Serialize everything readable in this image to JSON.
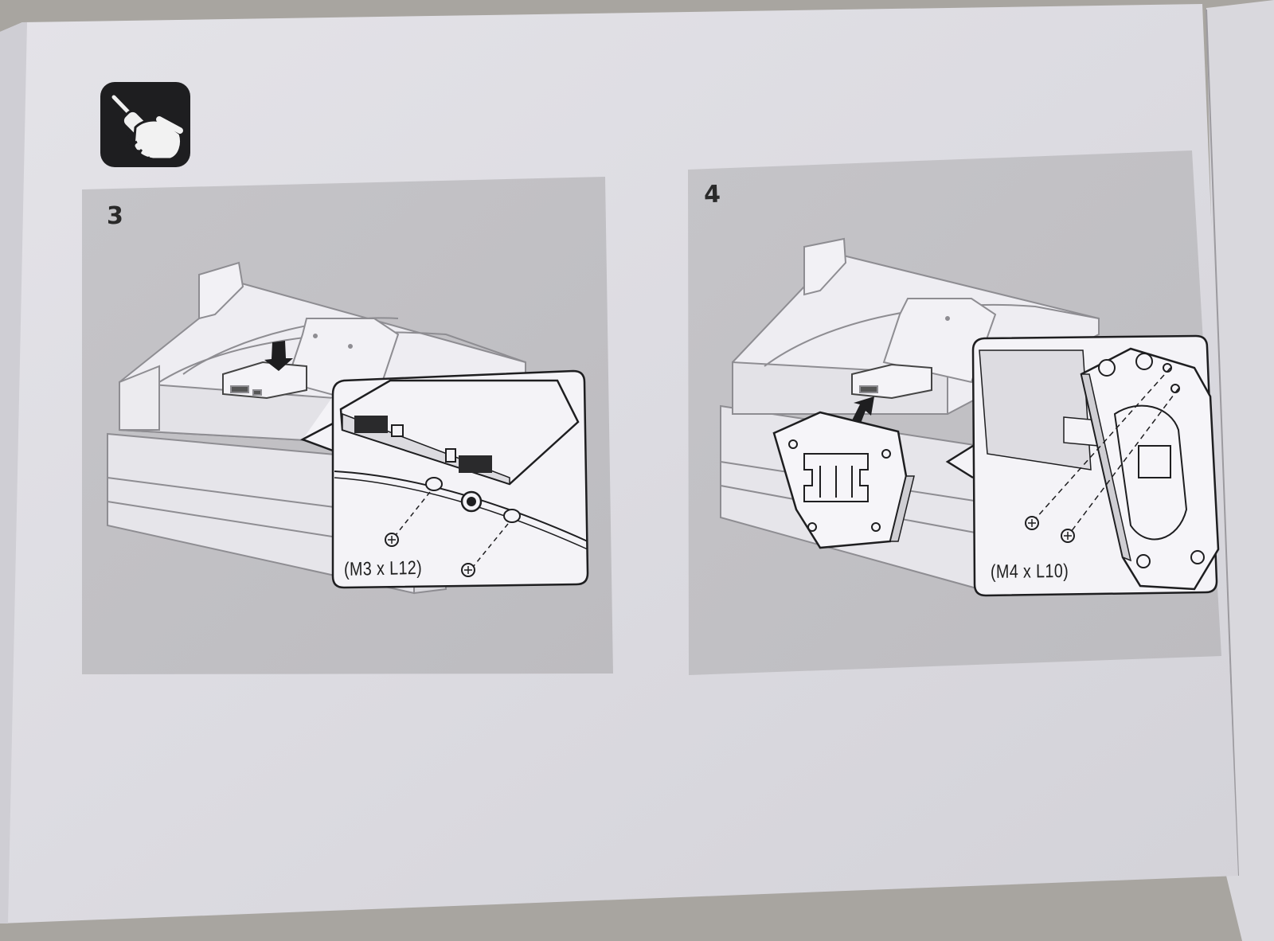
{
  "manual": {
    "icon": "screwdriver-hand-icon",
    "steps": [
      {
        "number": "3",
        "screw_spec": "(M3 x L12)"
      },
      {
        "number": "4",
        "screw_spec": "(M4 x L10)"
      }
    ]
  }
}
